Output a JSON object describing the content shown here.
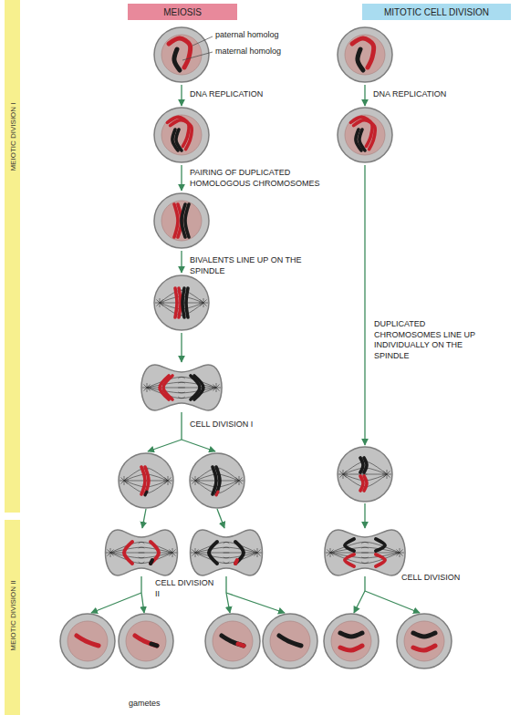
{
  "diagram": {
    "nodes": [
      {
        "text": [
          "MEIOSIS"
        ]
      },
      {
        "text": [
          "MITOTIC CELL DIVISION"
        ]
      },
      {
        "text": [
          "MEIOTIC DIVISION I"
        ]
      },
      {
        "text": [
          "MEIOTIC DIVISION II"
        ]
      }
    ],
    "labels": [
      "paternal homolog",
      "maternal homolog",
      "DNA REPLICATION",
      "PAIRING OF DUPLICATED HOMOLOGOUS CHROMOSOMES",
      "BIVALENTS LINE UP ON THE SPINDLE",
      "CELL DIVISION I",
      "CELL DIVISION II",
      "gametes",
      "DNA REPLICATION",
      "DUPLICATED CHROMOSOMES LINE UP INDIVIDUALLY ON THE SPINDLE",
      "CELL DIVISION"
    ]
  }
}
